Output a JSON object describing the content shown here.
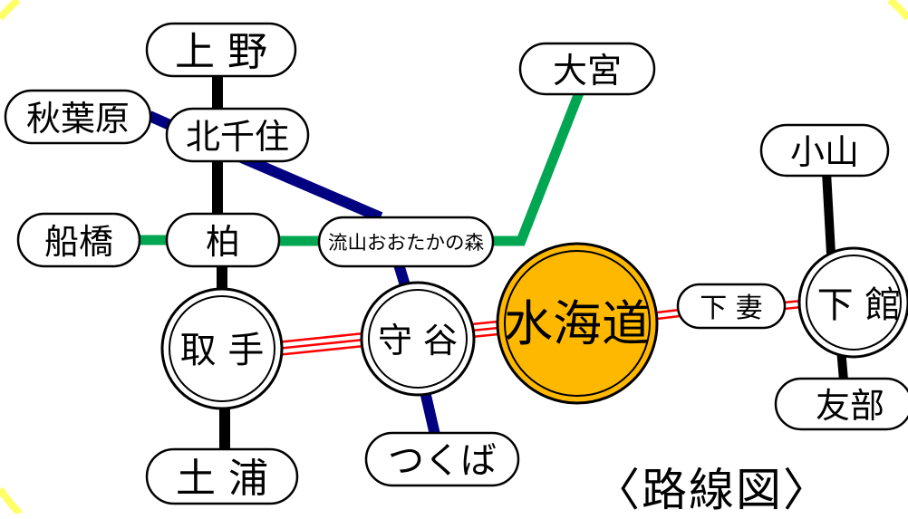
{
  "legend": {
    "title": "〈路線図〉"
  },
  "colors": {
    "jr_line": "#000000",
    "tx_line": "#000080",
    "musashino_line": "#00a651",
    "kanto_line_stripe": "#ff0000",
    "featured_station": "#ffb800",
    "corner_glow": "#ffff66"
  },
  "lines": [
    {
      "id": "joban",
      "color_key": "jr_line"
    },
    {
      "id": "tsukuba-express",
      "color_key": "tx_line"
    },
    {
      "id": "musashino",
      "color_key": "musashino_line"
    },
    {
      "id": "kanto",
      "color_key": "kanto_line_stripe"
    },
    {
      "id": "mito",
      "color_key": "jr_line"
    }
  ],
  "stations": {
    "ueno": {
      "label": "上 野"
    },
    "akihabara": {
      "label": "秋葉原"
    },
    "kitasenju": {
      "label": "北千住"
    },
    "omiya": {
      "label": "大宮"
    },
    "funabashi": {
      "label": "船橋"
    },
    "kashiwa": {
      "label": "柏"
    },
    "nagareyama": {
      "label": "流山おおたかの森"
    },
    "toride": {
      "label": "取 手"
    },
    "moriya": {
      "label": "守 谷"
    },
    "mitsukaido": {
      "label": "水海道"
    },
    "shimotsuma": {
      "label": "下 妻"
    },
    "shimodate": {
      "label": "下 館"
    },
    "oyama": {
      "label": "小山"
    },
    "tomobe": {
      "label": "友部"
    },
    "tsuchiura": {
      "label": "土 浦"
    },
    "tsukuba": {
      "label": "つくば"
    }
  }
}
